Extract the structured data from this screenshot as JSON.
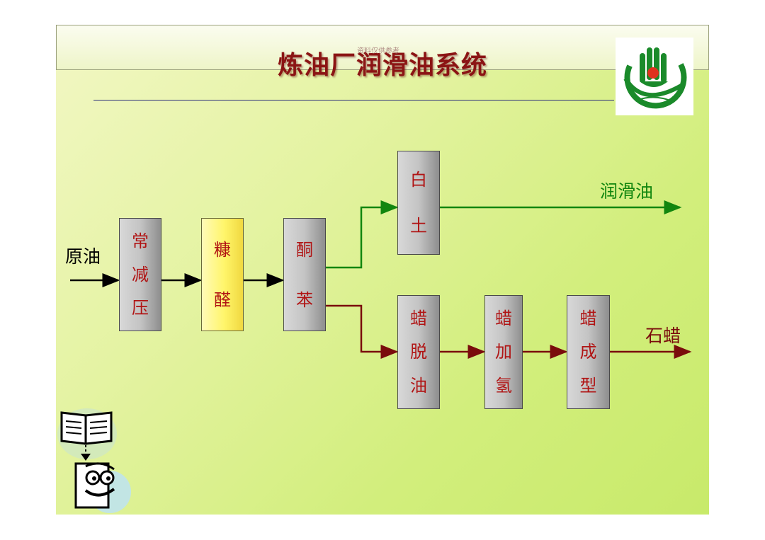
{
  "header": {
    "title": "炼油厂润滑油系统",
    "watermark": "资料仅供参考"
  },
  "diagram": {
    "input_label": "原油",
    "boxes": {
      "atm_vac": [
        "常",
        "减",
        "压"
      ],
      "furfural": [
        "糠",
        "醛"
      ],
      "ketone_benzene": [
        "酮",
        "苯"
      ],
      "clay": [
        "白",
        "土"
      ],
      "wax_deoiling": [
        "蜡",
        "脱",
        "油"
      ],
      "wax_hydro": [
        "蜡",
        "加",
        "氢"
      ],
      "wax_forming": [
        "蜡",
        "成",
        "型"
      ]
    },
    "outputs": {
      "lube_oil": "润滑油",
      "paraffin": "石蜡"
    },
    "colors": {
      "green_line": "#12860f",
      "red_line": "#7a0c0c",
      "black_line": "#000000",
      "box_text": "#b01414"
    }
  },
  "icons": [
    "school-logo-icon",
    "book-reader-icon"
  ]
}
